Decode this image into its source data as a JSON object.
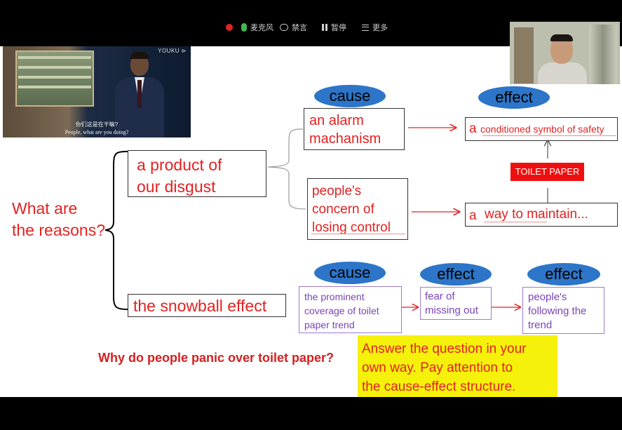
{
  "toolbar": {
    "record_label": "",
    "mic_label": "麦克风",
    "mute_label": "禁言",
    "pause_label": "暂停",
    "more_label": "更多"
  },
  "video": {
    "logo": "YOUKU ⊳",
    "subtitle_cn": "你们这是在干嘛?",
    "subtitle_en": "People, what are you doing?"
  },
  "slide": {
    "question": "What are\nthe reasons?",
    "reason1": "a product of\nour disgust",
    "reason2": "the snowball effect",
    "cause1": "an alarm\nmachanism",
    "cause2": "people's\nconcern of\nlosing control",
    "effect1_prefix": "a",
    "effect1": "conditioned symbol of safety",
    "effect2_prefix": "a",
    "effect2": "way to maintain...",
    "tag": "TOILET PAPER",
    "pill_cause_top": "cause",
    "pill_effect_top": "effect",
    "pill_cause_bottom": "cause",
    "pill_effect_mid": "effect",
    "pill_effect_right": "effect",
    "snow_cause": "the prominent\ncoverage of toilet\npaper trend",
    "snow_effect1": "fear of\nmissing out",
    "snow_effect2": "people's\nfollowing the\ntrend",
    "main_question": "Why do people panic over toilet paper?",
    "task": "Answer the question in your\nown way. Pay attention to\nthe cause-effect structure."
  },
  "colors": {
    "pill_blue": "#2d75c8",
    "text_red": "#e32222",
    "text_purple": "#7a44b8",
    "highlight_yellow": "#f6f10a",
    "tag_red": "#ee1010",
    "record_red": "#e0241f",
    "mic_green": "#3fb950"
  },
  "icons": [
    "record-dot-icon",
    "microphone-icon",
    "chat-mute-icon",
    "pause-icon",
    "more-menu-icon"
  ]
}
